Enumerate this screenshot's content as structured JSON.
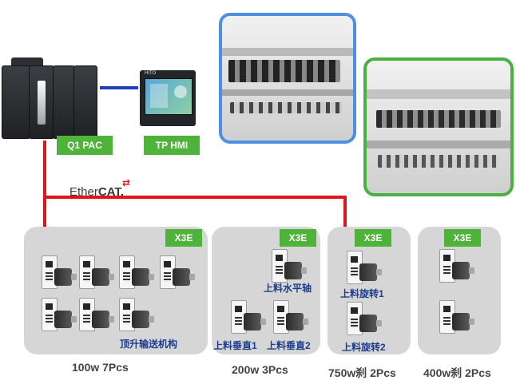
{
  "labels": {
    "pac": "Q1 PAC",
    "hmi": "TP HMI",
    "hmi_brand": "HITO"
  },
  "ethercat": {
    "part1": "Ether",
    "part2": "CAT."
  },
  "groups": [
    {
      "badge": "X3E",
      "caption": "100w 7Pcs",
      "names": [
        "顶升输送机构"
      ]
    },
    {
      "badge": "X3E",
      "caption": "200w 3Pcs",
      "names": [
        "上料水平轴",
        "上料垂直1",
        "上料垂直2"
      ]
    },
    {
      "badge": "X3E",
      "caption": "750w刹 2Pcs",
      "names": [
        "上料旋转1",
        "上料旋转2"
      ]
    },
    {
      "badge": "X3E",
      "caption": "400w刹 2Pcs",
      "names": []
    }
  ],
  "colors": {
    "network_red": "#e0141b",
    "hmi_link_blue": "#1f3fb8",
    "label_green": "#4fb23a",
    "photo_border_blue": "#4e8fe4",
    "photo_border_green": "#4ab042",
    "group_bg": "#d6d6d6",
    "axis_name_text": "#1c3d8c"
  }
}
